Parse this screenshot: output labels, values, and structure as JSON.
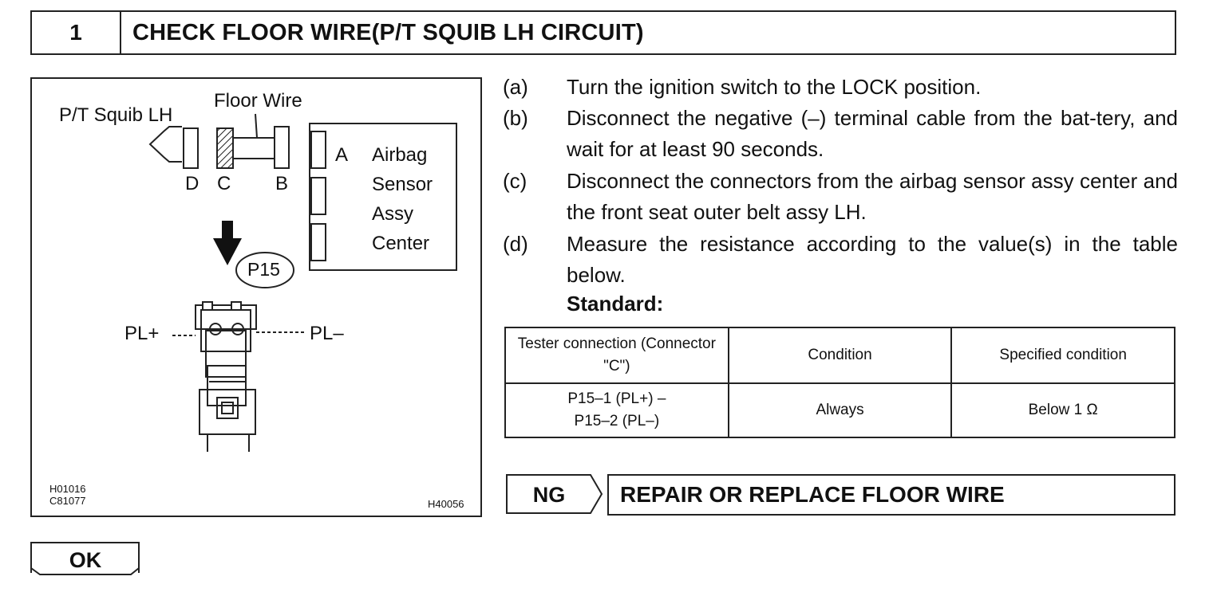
{
  "header": {
    "step_number": "1",
    "title": "CHECK FLOOR WIRE(P/T SQUIB LH CIRCUIT)"
  },
  "figure": {
    "label_squib": "P/T Squib LH",
    "label_floor_wire": "Floor Wire",
    "connector_d": "D",
    "connector_c": "C",
    "connector_b": "B",
    "connector_a": "A",
    "sensor_line1": "Airbag",
    "sensor_line2": "Sensor",
    "sensor_line3": "Assy",
    "sensor_line4": "Center",
    "connector_code": "P15",
    "pin_plus": "PL+",
    "pin_minus": "PL–",
    "code_1": "H01016",
    "code_2": "C81077",
    "code_3": "H40056"
  },
  "steps": [
    {
      "letter": "(a)",
      "text": "Turn the ignition switch to the LOCK position."
    },
    {
      "letter": "(b)",
      "text": "Disconnect the negative (–) terminal cable from the bat-tery, and wait for at least 90 seconds."
    },
    {
      "letter": "(c)",
      "text": "Disconnect the connectors from the airbag sensor assy center and the front seat outer belt assy LH."
    },
    {
      "letter": "(d)",
      "text": "Measure the resistance according to the value(s) in the table below."
    }
  ],
  "standard_label": "Standard:",
  "table": {
    "headers": [
      "Tester connection (Connector \"C\")",
      "Condition",
      "Specified condition"
    ],
    "row": {
      "connection_line1": "P15–1 (PL+) –",
      "connection_line2": "P15–2 (PL–)",
      "condition": "Always",
      "specified": "Below 1 Ω"
    }
  },
  "ng": {
    "label": "NG",
    "action": "REPAIR OR REPLACE FLOOR WIRE"
  },
  "ok": {
    "label": "OK"
  }
}
